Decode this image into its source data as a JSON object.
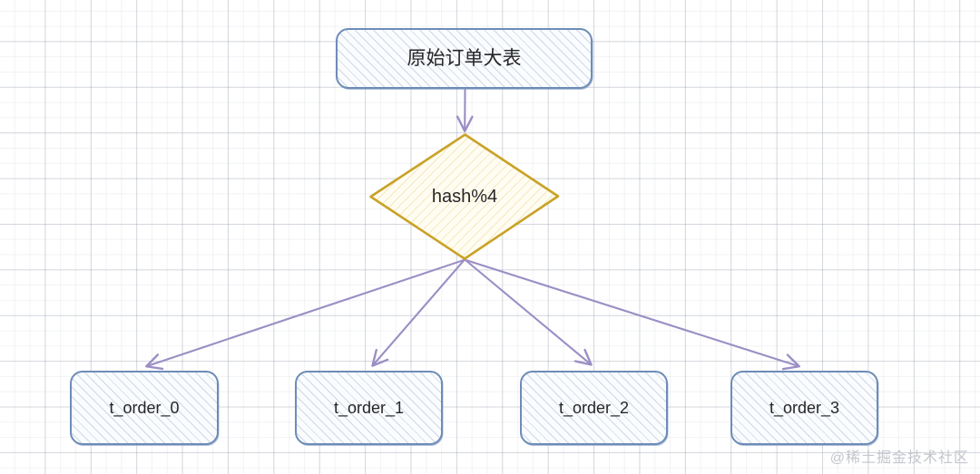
{
  "diagram": {
    "type": "flowchart",
    "title_node": {
      "id": "source-table",
      "label": "原始订单大表",
      "shape": "rounded-rectangle",
      "fill": "#fbfcfe",
      "stroke": "#6d8cb8"
    },
    "decision_node": {
      "id": "hash-mod-4",
      "label": "hash%4",
      "shape": "diamond",
      "fill": "#fffbe8",
      "stroke": "#c9a227"
    },
    "leaf_nodes": [
      {
        "id": "t-order-0",
        "label": "t_order_0",
        "shape": "rounded-rectangle"
      },
      {
        "id": "t-order-1",
        "label": "t_order_1",
        "shape": "rounded-rectangle"
      },
      {
        "id": "t-order-2",
        "label": "t_order_2",
        "shape": "rounded-rectangle"
      },
      {
        "id": "t-order-3",
        "label": "t_order_3",
        "shape": "rounded-rectangle"
      }
    ],
    "edges": [
      {
        "from": "source-table",
        "to": "hash-mod-4",
        "label": ""
      },
      {
        "from": "hash-mod-4",
        "to": "t-order-0",
        "label": ""
      },
      {
        "from": "hash-mod-4",
        "to": "t-order-1",
        "label": ""
      },
      {
        "from": "hash-mod-4",
        "to": "t-order-2",
        "label": ""
      },
      {
        "from": "hash-mod-4",
        "to": "t-order-3",
        "label": ""
      }
    ],
    "edge_color": "#9b8ec4"
  },
  "watermark": {
    "text": "@稀土掘金技术社区",
    "color": "#c3c6cc"
  }
}
